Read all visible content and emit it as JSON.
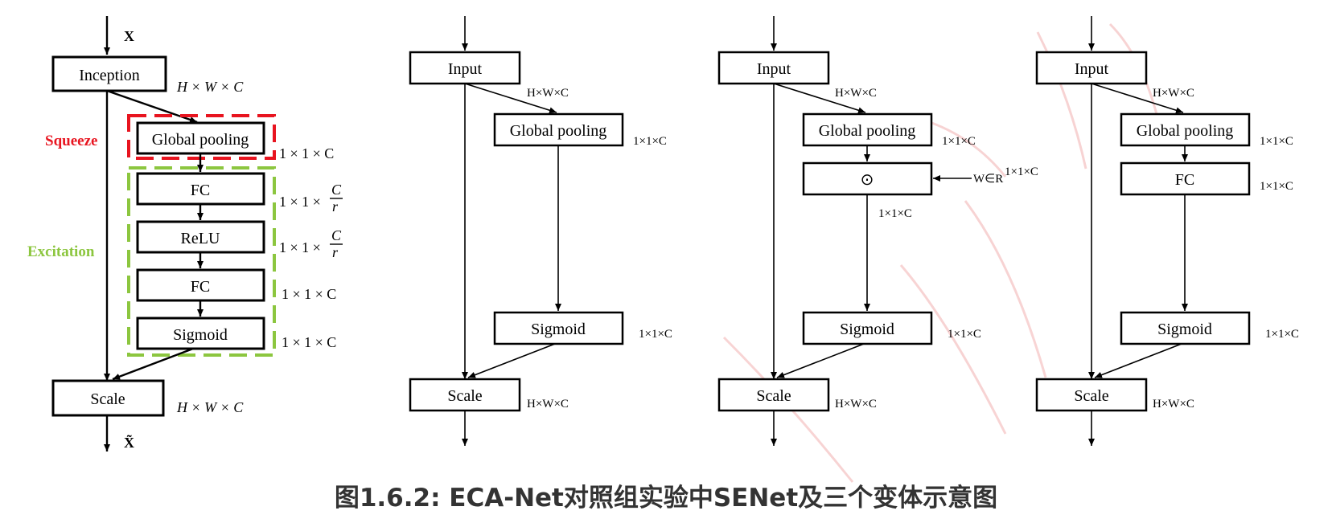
{
  "caption": "图1.6.2: ECA-Net对照组实验中SENet及三个变体示意图",
  "se": {
    "input": "X",
    "output": "X̃",
    "inception": "Inception",
    "inception_dim": "H × W × C",
    "squeeze_label": "Squeeze",
    "excitation_label": "Excitation",
    "global_pooling": "Global pooling",
    "gp_dim": "1 × 1 × C",
    "fc1": "FC",
    "fc1_dim_prefix": "1 × 1 ×",
    "fc1_num": "C",
    "fc1_den": "r",
    "relu": "ReLU",
    "relu_dim_prefix": "1 × 1 ×",
    "relu_num": "C",
    "relu_den": "r",
    "fc2": "FC",
    "fc2_dim": "1 × 1 × C",
    "sigmoid": "Sigmoid",
    "sigmoid_dim": "1 × 1 × C",
    "scale": "Scale",
    "scale_dim": "H × W × C",
    "colors": {
      "squeeze": "#e8141f",
      "excitation": "#8cc63f"
    }
  },
  "v1": {
    "input": "Input",
    "input_dim": "H×W×C",
    "global_pooling": "Global pooling",
    "gp_dim": "1×1×C",
    "sigmoid": "Sigmoid",
    "sigmoid_dim": "1×1×C",
    "scale": "Scale",
    "scale_dim": "H×W×C"
  },
  "v2": {
    "input": "Input",
    "input_dim": "H×W×C",
    "global_pooling": "Global pooling",
    "gp_dim": "1×1×C",
    "op": "⊙",
    "weight": "W∈R",
    "weight_sup": "1×1×C",
    "op_dim": "1×1×C",
    "sigmoid": "Sigmoid",
    "sigmoid_dim": "1×1×C",
    "scale": "Scale",
    "scale_dim": "H×W×C"
  },
  "v3": {
    "input": "Input",
    "input_dim": "H×W×C",
    "global_pooling": "Global pooling",
    "gp_dim": "1×1×C",
    "fc": "FC",
    "fc_dim": "1×1×C",
    "sigmoid": "Sigmoid",
    "sigmoid_dim": "1×1×C",
    "scale": "Scale",
    "scale_dim": "H×W×C"
  }
}
